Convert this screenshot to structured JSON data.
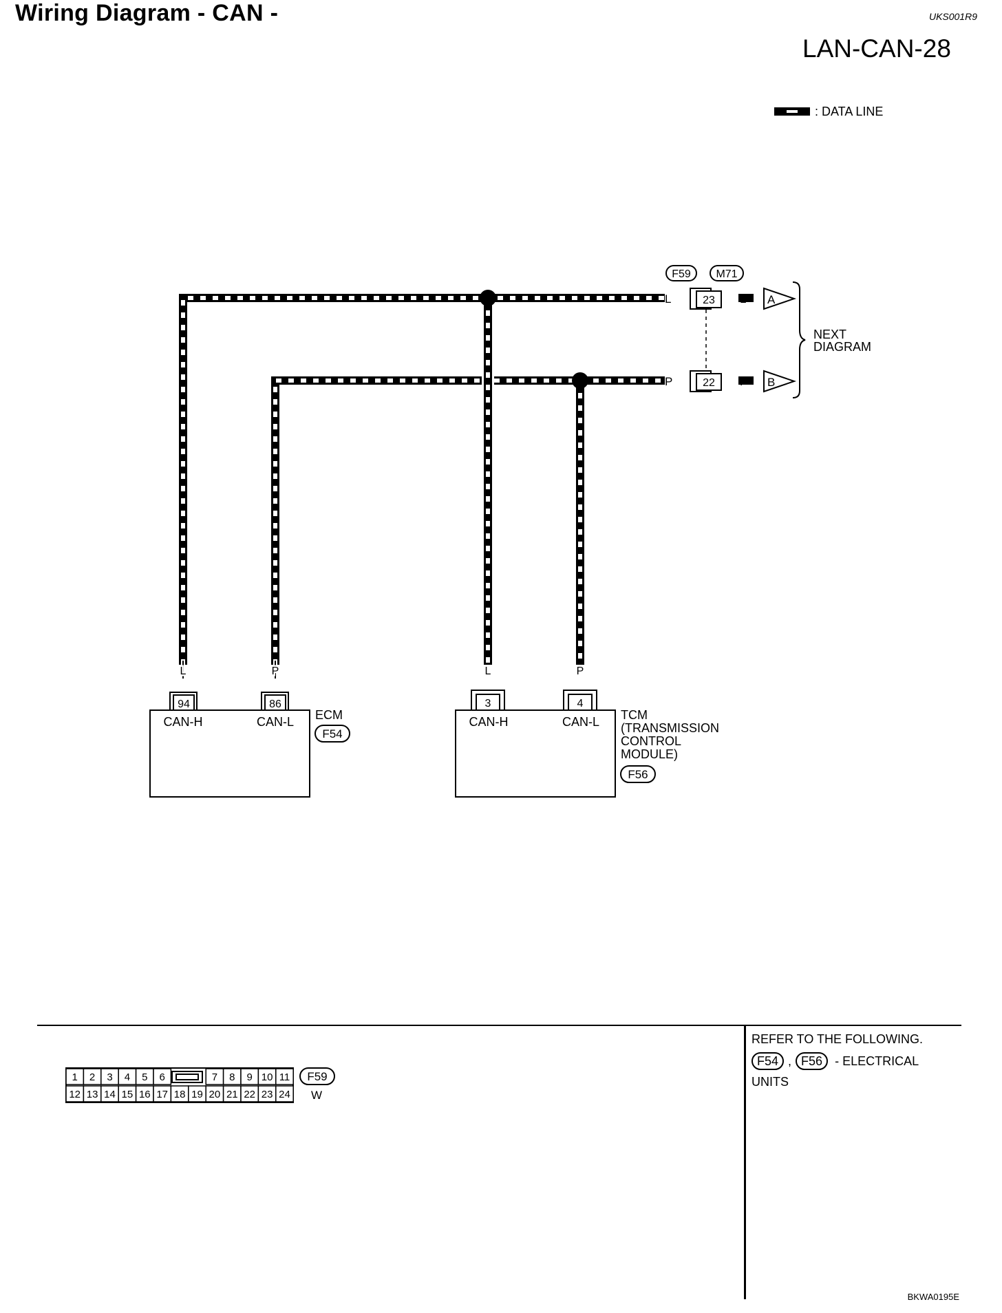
{
  "header": {
    "title": "Wiring Diagram - CAN -",
    "doc_id": "UKS001R9",
    "section_code": "LAN-CAN-28"
  },
  "legend": {
    "label": ": DATA LINE"
  },
  "diagram": {
    "inline_connectors": [
      {
        "code": "F59",
        "pins": [
          "23",
          "22"
        ]
      },
      {
        "code": "M71",
        "pins": [
          "23",
          "22"
        ]
      }
    ],
    "wire_colors": {
      "can_h": "L",
      "can_l": "P"
    },
    "next_diagram": {
      "label_line1": "NEXT",
      "label_line2": "DIAGRAM",
      "arrow_a": "A",
      "arrow_b": "B"
    },
    "ecm": {
      "name": "ECM",
      "connector": "F54",
      "terminals": [
        {
          "pin": "94",
          "signal": "CAN-H",
          "wire": "L"
        },
        {
          "pin": "86",
          "signal": "CAN-L",
          "wire": "P"
        }
      ]
    },
    "tcm": {
      "name_lines": [
        "TCM",
        "(TRANSMISSION",
        "CONTROL",
        "MODULE)"
      ],
      "connector": "F56",
      "terminals": [
        {
          "pin": "3",
          "signal": "CAN-H",
          "wire": "L"
        },
        {
          "pin": "4",
          "signal": "CAN-L",
          "wire": "P"
        }
      ]
    }
  },
  "connector_view": {
    "code": "F59",
    "color": "W",
    "top_row": [
      "1",
      "2",
      "3",
      "4",
      "5",
      "6",
      "7",
      "8",
      "9",
      "10",
      "11"
    ],
    "bottom_row": [
      "12",
      "13",
      "14",
      "15",
      "16",
      "17",
      "18",
      "19",
      "20",
      "21",
      "22",
      "23",
      "24"
    ]
  },
  "refer": {
    "line1": "REFER TO THE FOLLOWING.",
    "codes": [
      "F54",
      "F56"
    ],
    "separator": ",",
    "line2_suffix": "- ELECTRICAL",
    "line3": "UNITS"
  },
  "image_code": "BKWA0195E"
}
